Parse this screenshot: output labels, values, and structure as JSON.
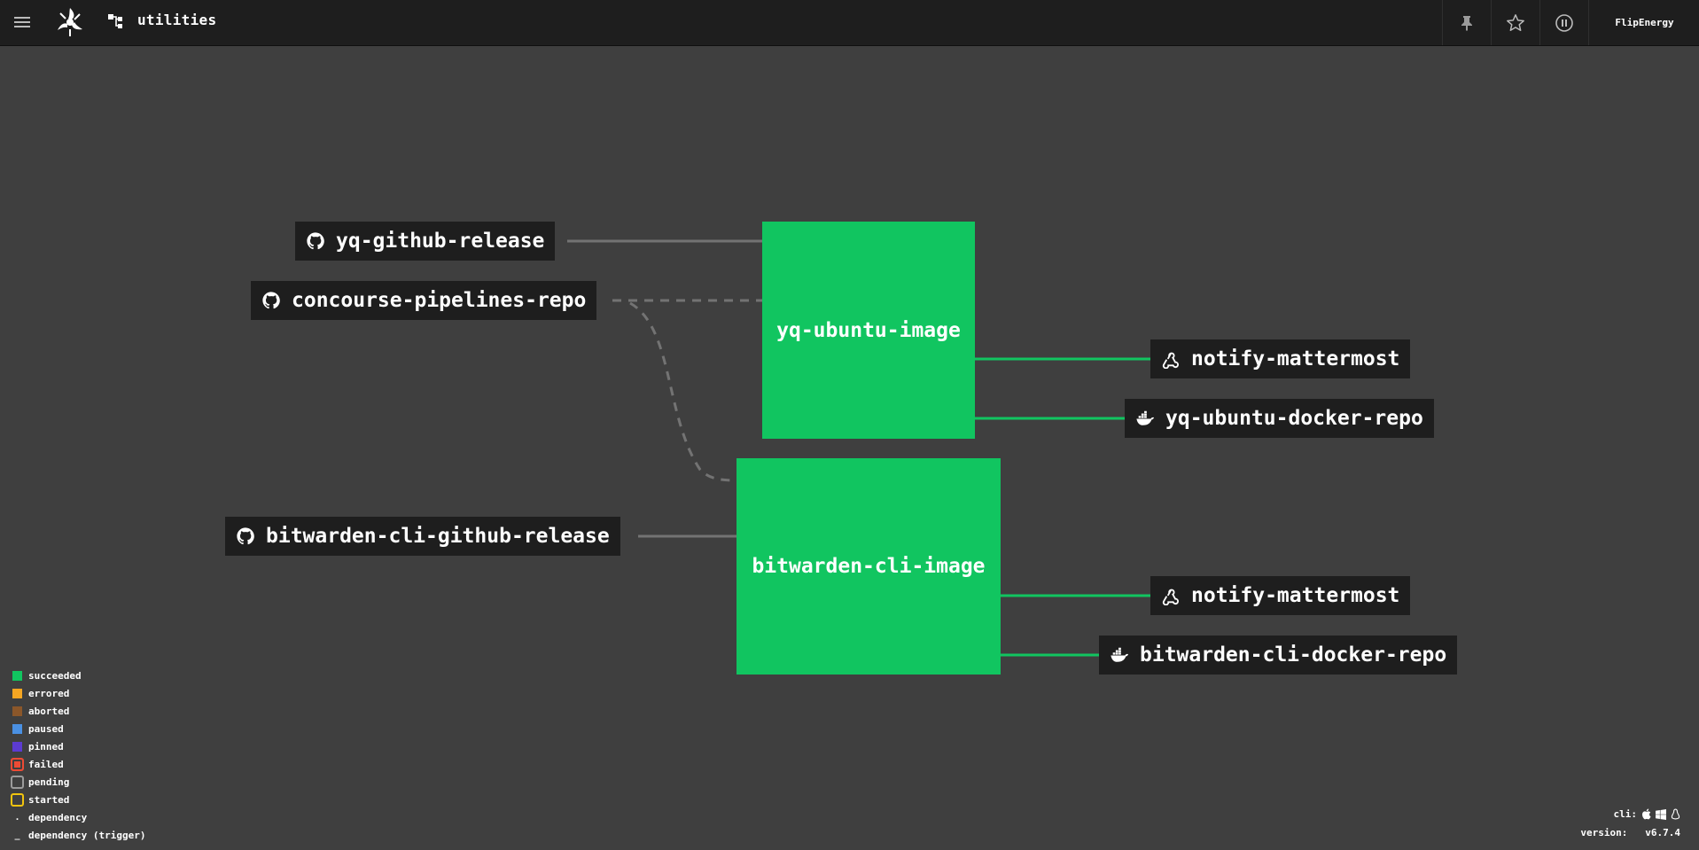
{
  "header": {
    "pipeline_name": "utilities",
    "username": "FlipEnergy"
  },
  "resources": {
    "yq_github_release": {
      "label": "yq-github-release",
      "icon": "github-icon"
    },
    "concourse_pipelines_repo": {
      "label": "concourse-pipelines-repo",
      "icon": "github-icon"
    },
    "bitwarden_cli_github_release": {
      "label": "bitwarden-cli-github-release",
      "icon": "github-icon"
    },
    "notify_mattermost_1": {
      "label": "notify-mattermost",
      "icon": "webhook-icon"
    },
    "yq_ubuntu_docker_repo": {
      "label": "yq-ubuntu-docker-repo",
      "icon": "docker-icon"
    },
    "notify_mattermost_2": {
      "label": "notify-mattermost",
      "icon": "webhook-icon"
    },
    "bitwarden_cli_docker_repo": {
      "label": "bitwarden-cli-docker-repo",
      "icon": "docker-icon"
    }
  },
  "jobs": {
    "yq_ubuntu_image": {
      "label": "yq-ubuntu-image",
      "status": "succeeded"
    },
    "bitwarden_cli_image": {
      "label": "bitwarden-cli-image",
      "status": "succeeded"
    }
  },
  "legend": {
    "succeeded": "succeeded",
    "errored": "errored",
    "aborted": "aborted",
    "paused": "paused",
    "pinned": "pinned",
    "failed": "failed",
    "pending": "pending",
    "started": "started",
    "dependency": "dependency",
    "dependency_trigger": "dependency (trigger)"
  },
  "colors": {
    "background": "#3f3f3f",
    "topbar": "#1e1e1e",
    "succeeded": "#11c560",
    "errored": "#f5a623",
    "aborted": "#8b572a",
    "paused": "#4a90e2",
    "pinned": "#5c3bd1",
    "failed": "#ed4b35",
    "pending": "#9b9b9b",
    "started": "#f1c40f"
  },
  "footer": {
    "cli_label": "cli:",
    "cli_icons": [
      "apple-icon",
      "windows-icon",
      "linux-icon"
    ],
    "version_label": "version:",
    "version_value": "v6.7.4"
  }
}
